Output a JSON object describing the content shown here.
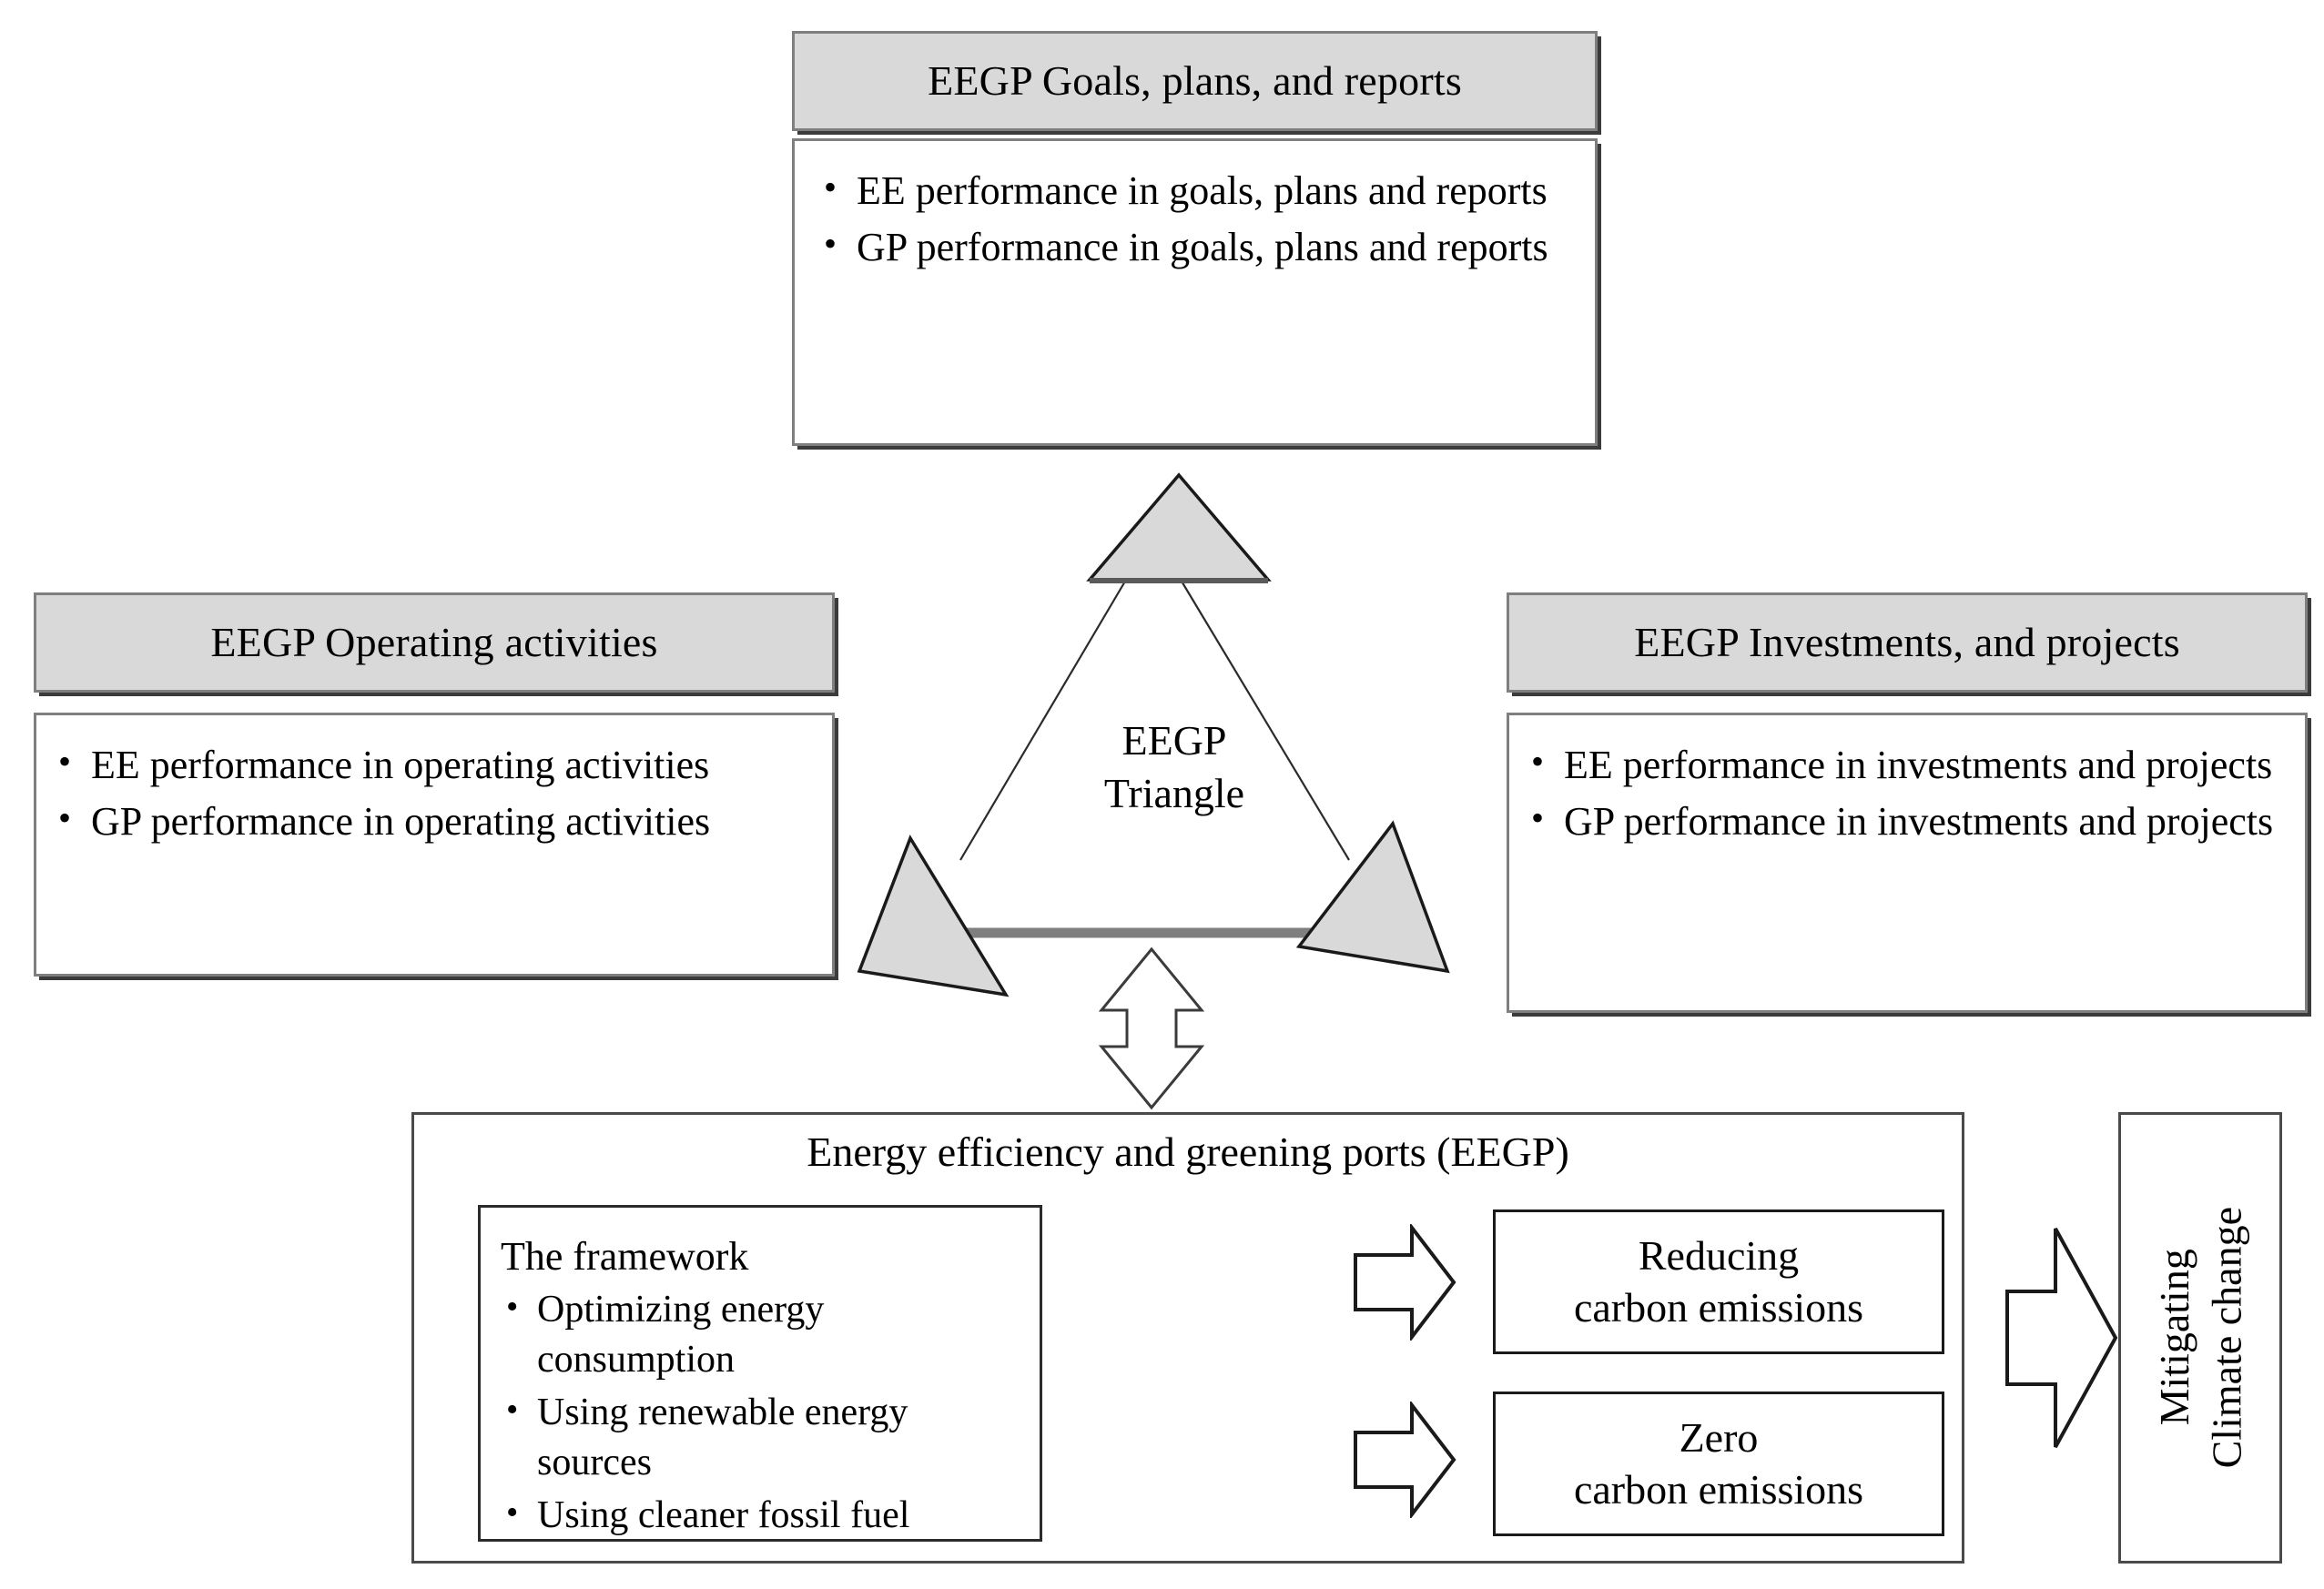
{
  "colors": {
    "header_fill": "#d9d9d9",
    "header_border": "#7f7f7f",
    "box_shadow": "#3b3b3b",
    "triangle_fill": "#d9d9d9",
    "triangle_stroke": "#1a1a1a",
    "line": "#7f7f7f",
    "text": "#000000"
  },
  "top_panel": {
    "header": "EEGP Goals, plans, and reports",
    "bullets": [
      "EE performance in goals, plans and reports",
      "GP performance in goals, plans and reports"
    ]
  },
  "left_panel": {
    "header": "EEGP Operating activities",
    "bullets": [
      "EE performance in operating activities",
      "GP performance in operating activities"
    ]
  },
  "right_panel": {
    "header": "EEGP Investments, and projects",
    "bullets": [
      "EE performance in investments and projects",
      "GP performance in investments and projects"
    ]
  },
  "center": {
    "label_line1": "EEGP",
    "label_line2": "Triangle"
  },
  "bottom_panel": {
    "title": "Energy efficiency and greening ports (EEGP)",
    "framework": {
      "title": "The framework",
      "bullets": [
        "Optimizing energy consumption",
        "Using renewable energy sources",
        "Using cleaner fossil fuel"
      ]
    },
    "outcomes": [
      {
        "line1": "Reducing",
        "line2": "carbon emissions"
      },
      {
        "line1": "Zero",
        "line2": "carbon emissions"
      }
    ],
    "final": {
      "line1": "Mitigating",
      "line2": "Climate change"
    }
  },
  "icons": {
    "arrow_right": "arrow-right-icon",
    "arrow_updown": "arrow-up-down-icon"
  }
}
